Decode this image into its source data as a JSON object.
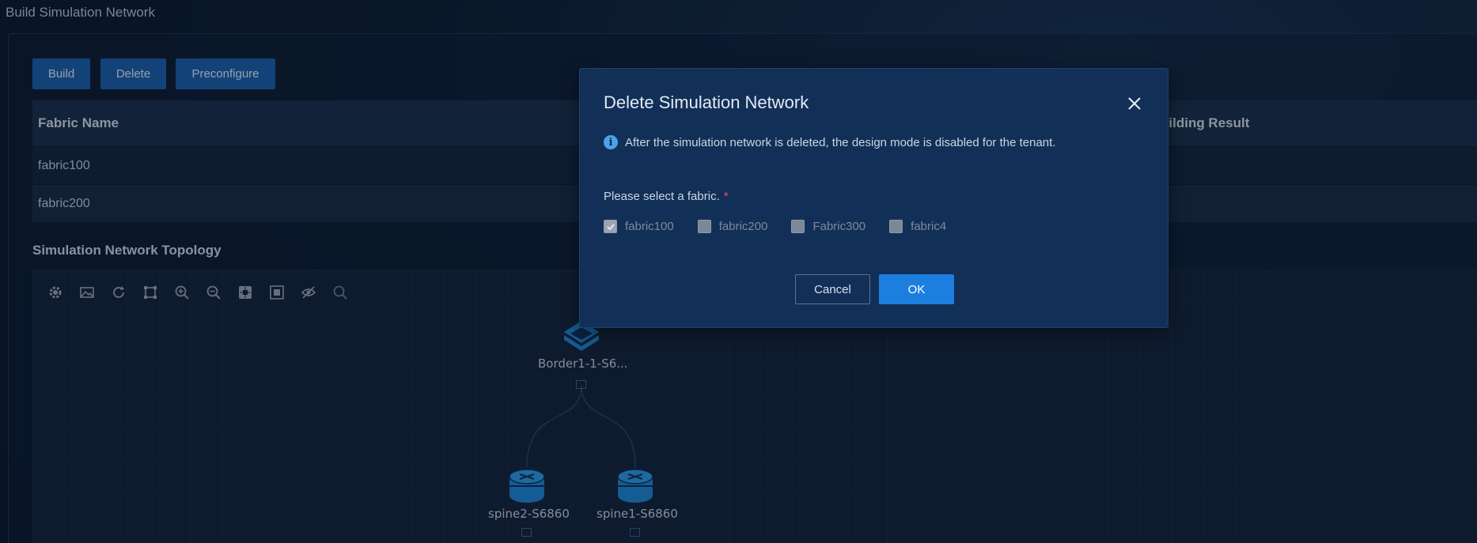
{
  "page": {
    "title": "Build Simulation Network"
  },
  "toolbar": {
    "build_label": "Build",
    "delete_label": "Delete",
    "preconfigure_label": "Preconfigure"
  },
  "table": {
    "columns": [
      "Fabric Name",
      "uilding Result"
    ],
    "rows": [
      {
        "fabric": "fabric100"
      },
      {
        "fabric": "fabric200"
      }
    ]
  },
  "topology": {
    "title": "Simulation Network Topology",
    "tools": [
      "gear-icon",
      "image-icon",
      "refresh-icon",
      "fit-icon",
      "zoom-in-icon",
      "zoom-out-icon",
      "overview-icon",
      "fullscreen-icon",
      "hide-icon",
      "search-icon"
    ],
    "nodes": {
      "border": "Border1-1-S6...",
      "spine2": "spine2-S6860",
      "spine1": "spine1-S6860"
    }
  },
  "modal": {
    "title": "Delete Simulation Network",
    "info": "After the simulation network is deleted, the design mode is disabled for the tenant.",
    "field_label": "Please select a fabric.",
    "required_mark": "*",
    "options": [
      {
        "label": "fabric100",
        "checked": true
      },
      {
        "label": "fabric200",
        "checked": false
      },
      {
        "label": "Fabric300",
        "checked": false
      },
      {
        "label": "fabric4",
        "checked": false
      }
    ],
    "cancel_label": "Cancel",
    "ok_label": "OK"
  },
  "colors": {
    "primary": "#1b5fad",
    "ok": "#1c7fe0",
    "modal_bg": "#123057",
    "info": "#4ba3e8",
    "required": "#e65656"
  }
}
